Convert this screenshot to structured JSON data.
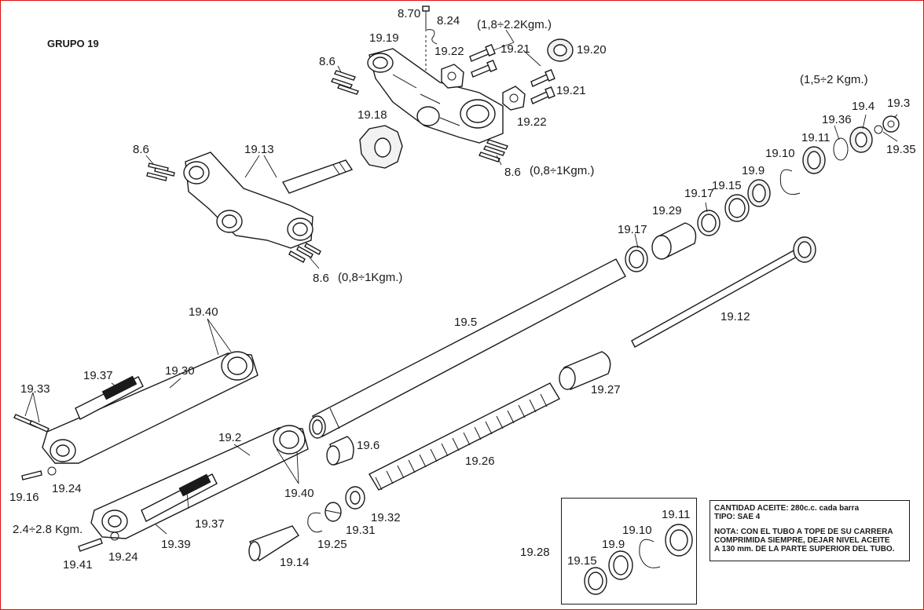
{
  "group_title": "GRUPO 19",
  "labels": {
    "l870": "8.70",
    "l824": "8.24",
    "t1": "(1,8÷2.2Kgm.)",
    "l1919": "19.19",
    "l1922a": "19.22",
    "l1921a": "19.21",
    "l1920": "19.20",
    "l86a": "8.6",
    "l1921b": "19.21",
    "l1922b": "19.22",
    "l1918": "19.18",
    "l86b": "8.6",
    "t2": "(0,8÷1Kgm.)",
    "l86c": "8.6",
    "l1913": "19.13",
    "l86d": "8.6",
    "t3": "(0,8÷1Kgm.)",
    "t4": "(1,5÷2 Kgm.)",
    "l193": "19.3",
    "l194": "19.4",
    "l1936": "19.36",
    "l1911": "19.11",
    "l1935": "19.35",
    "l1910": "19.10",
    "l199": "19.9",
    "l1915": "19.15",
    "l1917a": "19.17",
    "l1929": "19.29",
    "l1917b": "19.17",
    "l1912": "19.12",
    "l195": "19.5",
    "l1940a": "19.40",
    "l1937a": "19.37",
    "l1930": "19.30",
    "l1933": "19.33",
    "l1927": "19.27",
    "l192": "19.2",
    "l196": "19.6",
    "l1926": "19.26",
    "l1916": "19.16",
    "l1924a": "19.24",
    "l1940b": "19.40",
    "t5": "2.4÷2.8 Kgm.",
    "l1937b": "19.37",
    "l1939": "19.39",
    "l1924b": "19.24",
    "l1941": "19.41",
    "l1932": "19.32",
    "l1931": "19.31",
    "l1925": "19.25",
    "l1914": "19.14",
    "l1928": "19.28",
    "i1911": "19.11",
    "i1910": "19.10",
    "i199": "19.9",
    "i1915": "19.15"
  },
  "note": {
    "line1": "CANTIDAD ACEITE: 280c.c. cada barra",
    "line2": "TIPO: SAE 4",
    "line3": "NOTA: CON EL TUBO A TOPE DE SU CARRERA",
    "line4": "COMPRIMIDA SIEMPRE, DEJAR NIVEL ACEITE",
    "line5": "A 130 mm. DE LA PARTE SUPERIOR DEL TUBO."
  },
  "colors": {
    "frame": "#e01010",
    "ink": "#1a1a1a"
  }
}
